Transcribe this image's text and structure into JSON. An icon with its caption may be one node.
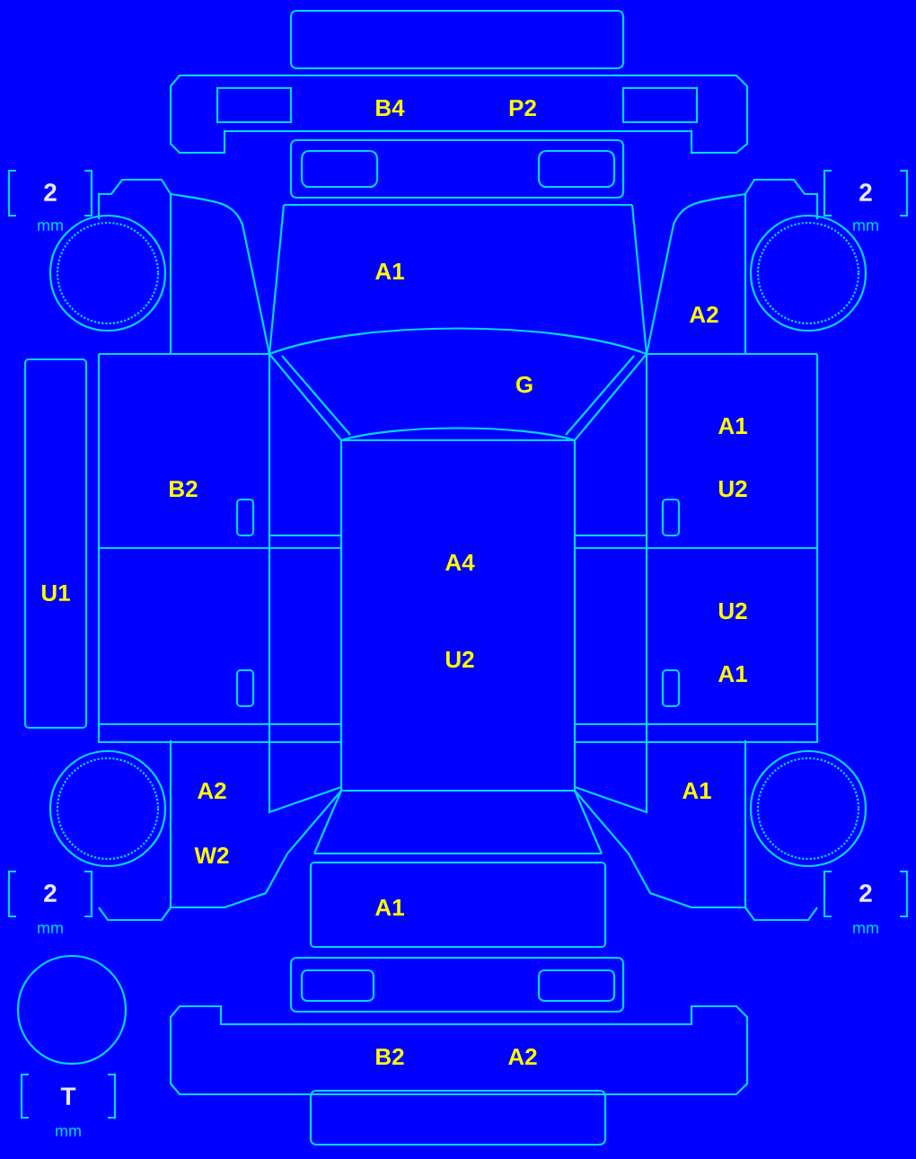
{
  "diagram": {
    "nodes": [
      {
        "text": [
          "B4",
          "P2"
        ]
      },
      {
        "text": [
          "U1"
        ]
      },
      {
        "text": [
          "A4",
          "U2"
        ]
      },
      {
        "text": [
          "A1"
        ]
      },
      {
        "text": [
          "B2",
          "A2"
        ]
      }
    ],
    "labels": [
      "2",
      "mm",
      "2",
      "mm",
      "A1",
      "A2",
      "G",
      "A1",
      "B2",
      "U2",
      "U2",
      "A1",
      "A2",
      "A1",
      "W2",
      "2",
      "mm",
      "2",
      "mm",
      "T",
      "mm"
    ]
  }
}
